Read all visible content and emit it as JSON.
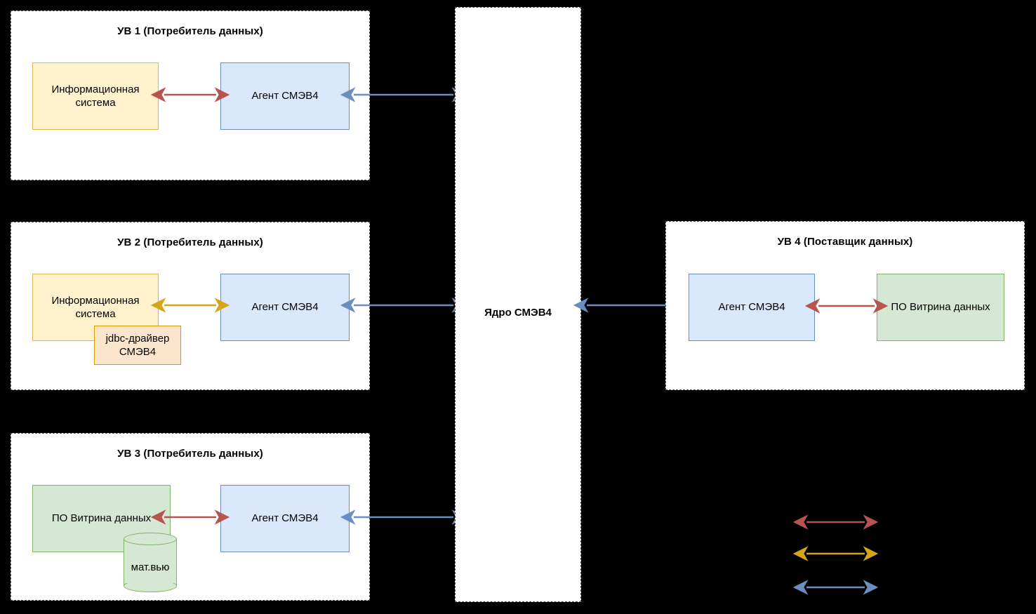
{
  "diagram": {
    "background": "#000000",
    "colors": {
      "yellow_fill": "#fff2cc",
      "yellow_stroke": "#d6b656",
      "blue_fill": "#dae8fc",
      "blue_stroke": "#6c8ebf",
      "green_fill": "#d5e8d4",
      "green_stroke": "#82b366",
      "peach_fill": "#fce5cd",
      "peach_stroke": "#d79b00",
      "arrow_red": "#b85450",
      "arrow_gold": "#d6a517",
      "arrow_blue": "#6c8ebf",
      "zone_border": "#4d4d4d",
      "zone_fill": "#ffffff"
    }
  },
  "zones": [
    {
      "id": "uv1",
      "title": "УВ 1 (Потребитель данных)",
      "nodes": [
        {
          "id": "uv1-is",
          "label": "Информационная система"
        },
        {
          "id": "uv1-agent",
          "label": "Агент СМЭВ4"
        }
      ]
    },
    {
      "id": "uv2",
      "title": "УВ 2 (Потребитель данных)",
      "nodes": [
        {
          "id": "uv2-is",
          "label": "Информационная система"
        },
        {
          "id": "uv2-jdbc",
          "label": "jdbc-драйвер СМЭВ4"
        },
        {
          "id": "uv2-agent",
          "label": "Агент СМЭВ4"
        }
      ]
    },
    {
      "id": "uv3",
      "title": "УВ 3 (Потребитель данных)",
      "nodes": [
        {
          "id": "uv3-vitrina",
          "label": "ПО Витрина данных"
        },
        {
          "id": "uv3-matview",
          "label": "мат.вью"
        },
        {
          "id": "uv3-agent",
          "label": "Агент СМЭВ4"
        }
      ]
    },
    {
      "id": "uv4",
      "title": "УВ 4 (Поставщик данных)",
      "nodes": [
        {
          "id": "uv4-agent",
          "label": "Агент СМЭВ4"
        },
        {
          "id": "uv4-vitrina",
          "label": "ПО Витрина данных"
        }
      ]
    }
  ],
  "core": {
    "id": "core",
    "label": "Ядро СМЭВ4"
  },
  "legend": {
    "items": [
      {
        "id": "legend-red",
        "color": "#b85450",
        "label": ""
      },
      {
        "id": "legend-gold",
        "color": "#d6a517",
        "label": ""
      },
      {
        "id": "legend-blue",
        "color": "#6c8ebf",
        "label": ""
      }
    ]
  },
  "connections": [
    {
      "id": "uv1-is-agent",
      "color": "#b85450",
      "style": "double"
    },
    {
      "id": "uv1-agent-core",
      "color": "#6c8ebf",
      "style": "double"
    },
    {
      "id": "uv2-is-agent",
      "color": "#d6a517",
      "style": "double"
    },
    {
      "id": "uv2-agent-core",
      "color": "#6c8ebf",
      "style": "double"
    },
    {
      "id": "uv3-vitrina-agent",
      "color": "#b85450",
      "style": "double"
    },
    {
      "id": "uv3-agent-core",
      "color": "#6c8ebf",
      "style": "double"
    },
    {
      "id": "core-uv4-agent",
      "color": "#6c8ebf",
      "style": "double"
    },
    {
      "id": "uv4-agent-vitrina",
      "color": "#b85450",
      "style": "double"
    }
  ]
}
